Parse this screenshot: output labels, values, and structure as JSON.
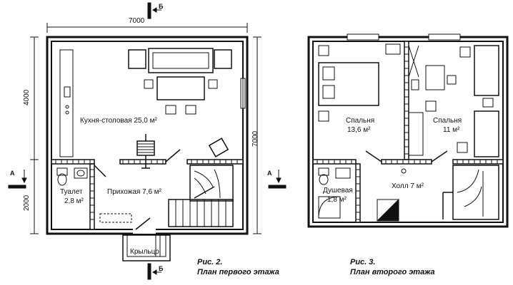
{
  "plan1": {
    "dims": {
      "width": "7000",
      "height_right": "7000",
      "height_upper": "4000",
      "height_lower": "2000"
    },
    "rooms": {
      "kitchen": "Кухня-столовая 25,0 м²",
      "toilet_name": "Туалет",
      "toilet_area": "2,8 м²",
      "hall": "Прихожая 7,6 м²",
      "porch": "Крыльцо"
    },
    "caption": {
      "fig": "Рис. 2.",
      "title": "План первого этажа"
    }
  },
  "plan2": {
    "rooms": {
      "bedroom1_name": "Спальня",
      "bedroom1_area": "13,6 м²",
      "bedroom2_name": "Спальня",
      "bedroom2_area": "11 м²",
      "hall": "Холл 7 м²",
      "shower_name": "Душевая",
      "shower_area": "1,8 м²"
    },
    "caption": {
      "fig": "Рис. 3.",
      "title": "План второго этажа"
    }
  },
  "sections": {
    "a": "А",
    "b": "Б"
  }
}
